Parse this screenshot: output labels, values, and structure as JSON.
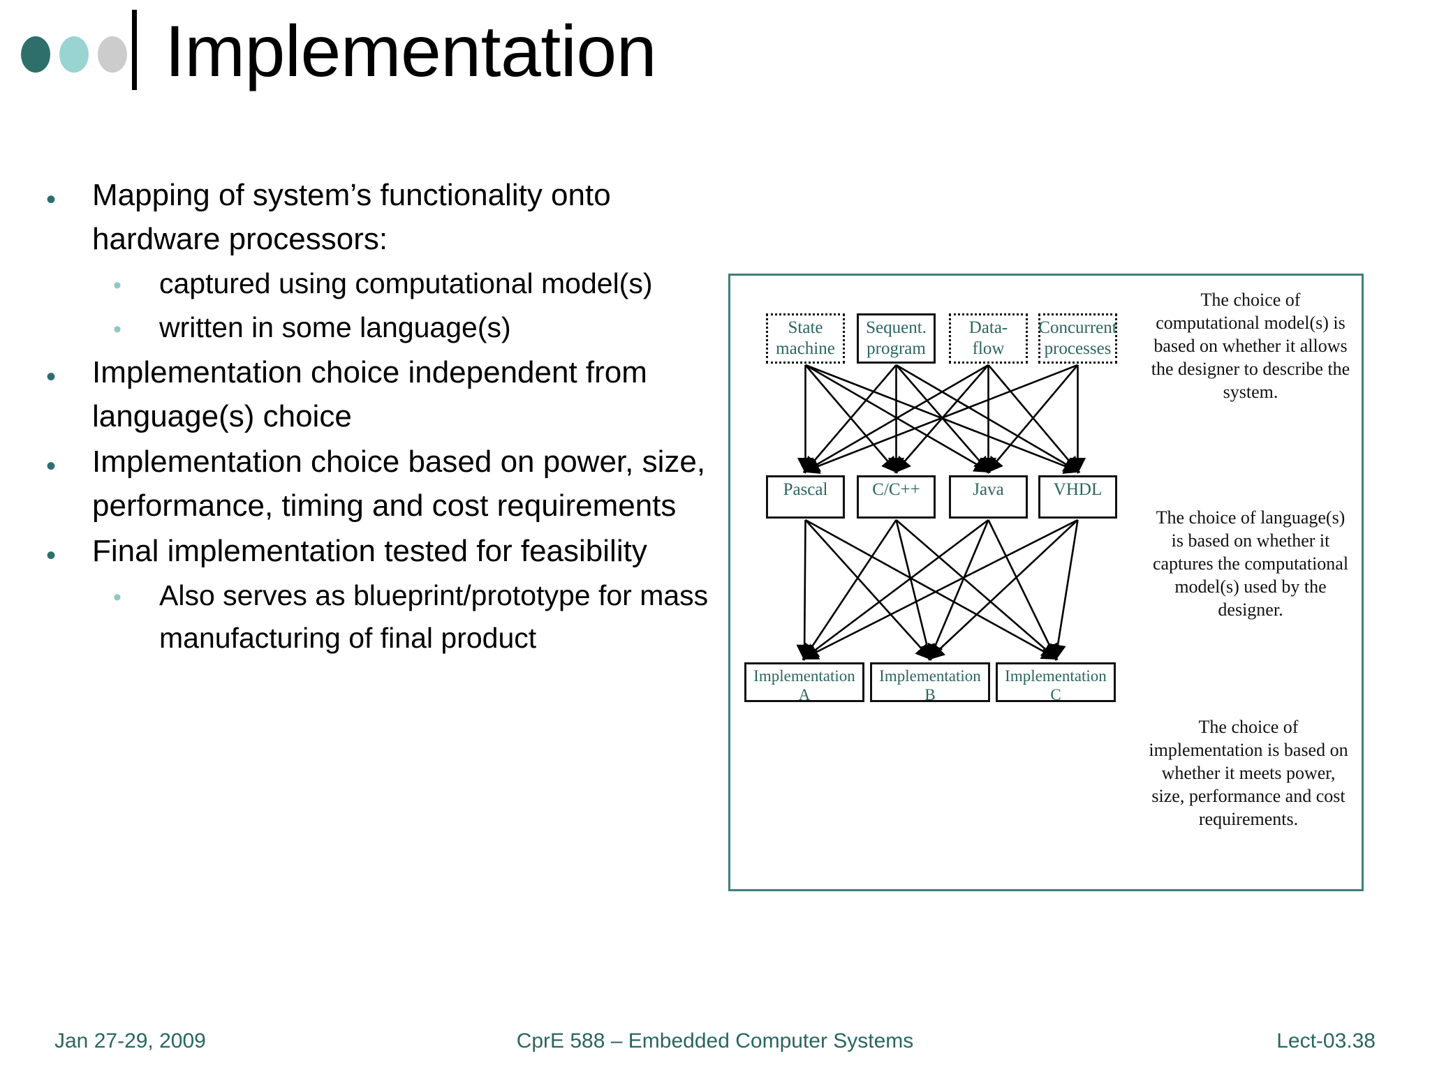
{
  "title": "Implementation",
  "brand": {
    "dot_colors": [
      "#2e6f6c",
      "#9ad4d2",
      "#cccccc"
    ],
    "accent": "#2a6660",
    "frame_border": "#3f7f79"
  },
  "bullets": [
    {
      "level": 1,
      "marker": "•",
      "text": "Mapping of system’s functionality onto hardware processors:"
    },
    {
      "level": 2,
      "marker": "•",
      "text": "captured using computational model(s)"
    },
    {
      "level": 2,
      "marker": "•",
      "text": "written in some language(s)"
    },
    {
      "level": 1,
      "marker": "•",
      "text": "Implementation choice independent from language(s) choice"
    },
    {
      "level": 1,
      "marker": "•",
      "text": "Implementation choice based on power, size, performance, timing and cost requirements"
    },
    {
      "level": 1,
      "marker": "•",
      "text": "Final implementation tested for feasibility"
    },
    {
      "level": 2,
      "marker": "•",
      "text": "Also serves as blueprint/prototype for mass manufacturing of final product"
    }
  ],
  "diagram": {
    "models": [
      {
        "id": "state-machine",
        "label": "State machine",
        "border": "dotted"
      },
      {
        "id": "sequent-program",
        "label": "Sequent. program",
        "border": "solid"
      },
      {
        "id": "dataflow",
        "label": "Data- flow",
        "border": "dotted"
      },
      {
        "id": "concurrent-processes",
        "label": "Concurrent processes",
        "border": "dotted"
      }
    ],
    "languages": [
      {
        "id": "pascal",
        "label": "Pascal",
        "border": "solid"
      },
      {
        "id": "cpp",
        "label": "C/C++",
        "border": "solid"
      },
      {
        "id": "java",
        "label": "Java",
        "border": "solid"
      },
      {
        "id": "vhdl",
        "label": "VHDL",
        "border": "solid"
      }
    ],
    "implementations": [
      {
        "id": "impl-a",
        "label": "Implementation A",
        "border": "solid"
      },
      {
        "id": "impl-b",
        "label": "Implementation B",
        "border": "solid"
      },
      {
        "id": "impl-c",
        "label": "Implementation C",
        "border": "solid"
      }
    ],
    "annotations": [
      {
        "id": "model",
        "text": "The choice of computational model(s) is based on whether it allows the designer to describe the system."
      },
      {
        "id": "language",
        "text": "The choice of language(s) is based on whether it captures the computational model(s) used by the designer."
      },
      {
        "id": "impl",
        "text": "The choice of implementation is based on whether it meets power, size, performance and cost requirements."
      }
    ]
  },
  "footer": {
    "date": "Jan 27-29, 2009",
    "course": "CprE 588 – Embedded Computer Systems",
    "lecture": "Lect-03.38"
  }
}
